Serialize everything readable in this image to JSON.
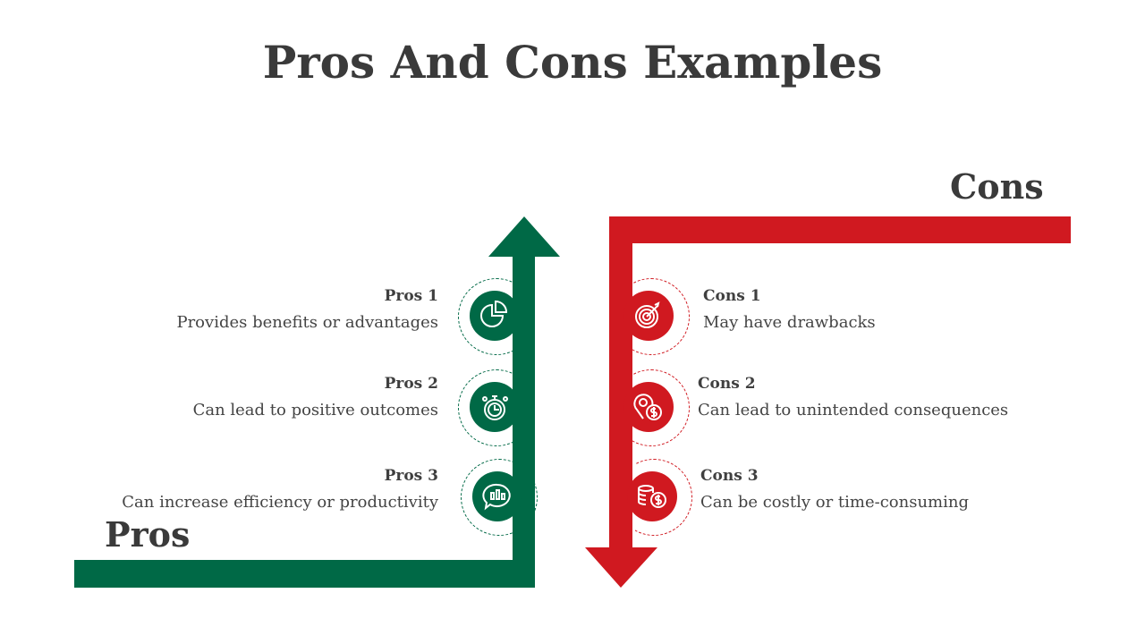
{
  "title": "Pros And Cons Examples",
  "colors": {
    "pros": "#006946",
    "cons": "#d01920"
  },
  "pros": {
    "label": "Pros",
    "items": [
      {
        "title": "Pros 1",
        "desc": "Provides benefits or advantages",
        "icon": "pie-chart-icon"
      },
      {
        "title": "Pros 2",
        "desc": "Can lead to positive outcomes",
        "icon": "stopwatch-icon"
      },
      {
        "title": "Pros 3",
        "desc": "Can increase efficiency or productivity",
        "icon": "chat-bar-chart-icon"
      }
    ]
  },
  "cons": {
    "label": "Cons",
    "items": [
      {
        "title": "Cons 1",
        "desc": "May have drawbacks",
        "icon": "target-icon"
      },
      {
        "title": "Cons 2",
        "desc": "Can lead to unintended consequences",
        "icon": "location-dollar-icon"
      },
      {
        "title": "Cons 3",
        "desc": "Can be costly or time-consuming",
        "icon": "coins-dollar-icon"
      }
    ]
  }
}
